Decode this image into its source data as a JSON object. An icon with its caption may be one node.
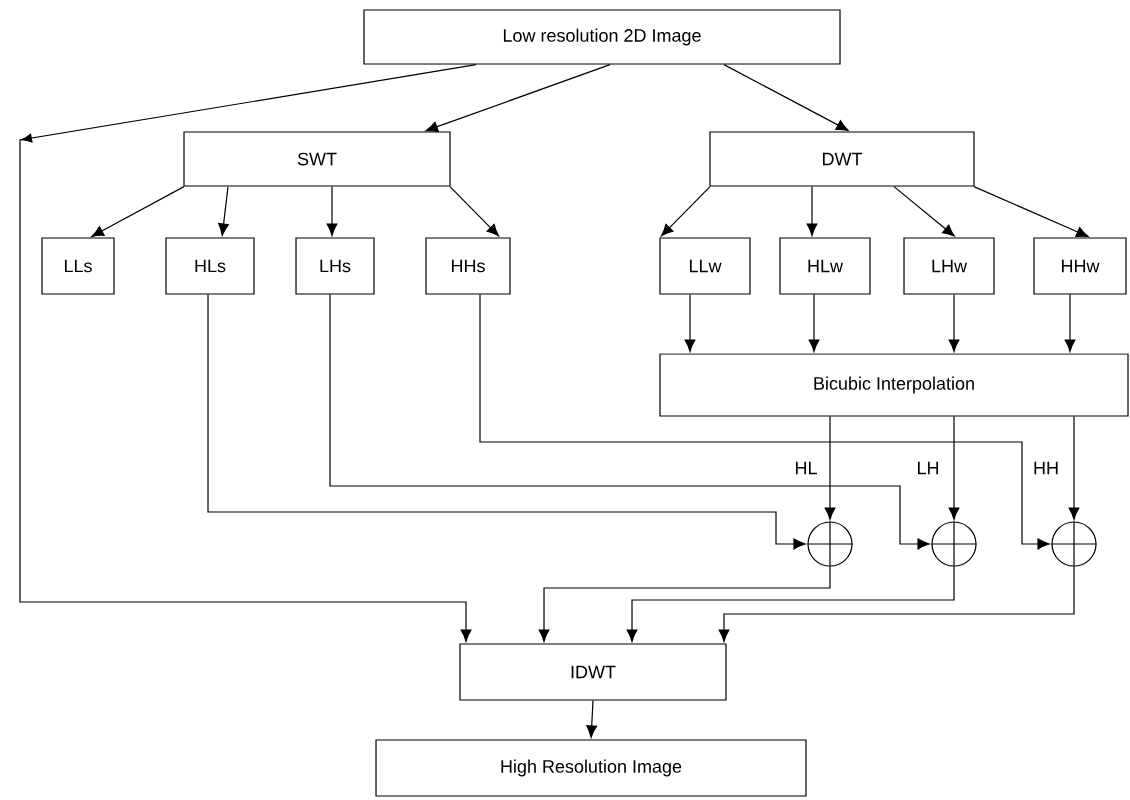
{
  "diagram": {
    "nodes": [
      {
        "text": [
          "Low resolution 2D Image"
        ]
      },
      {
        "text": [
          "SWT"
        ]
      },
      {
        "text": [
          "DWT"
        ]
      },
      {
        "text": [
          "LLs"
        ]
      },
      {
        "text": [
          "HLs"
        ]
      },
      {
        "text": [
          "LHs"
        ]
      },
      {
        "text": [
          "HHs"
        ]
      },
      {
        "text": [
          "LLw"
        ]
      },
      {
        "text": [
          "HLw"
        ]
      },
      {
        "text": [
          "LHw"
        ]
      },
      {
        "text": [
          "HHw"
        ]
      },
      {
        "text": [
          "Bicubic Interpolation"
        ]
      },
      {
        "text": [],
        "shape": "circle"
      },
      {
        "text": [],
        "shape": "circle"
      },
      {
        "text": [],
        "shape": "circle"
      },
      {
        "text": [
          "IDWT"
        ]
      },
      {
        "text": [
          "High Resolution Image"
        ]
      }
    ],
    "edges": [
      {
        "from": 0,
        "to": 15,
        "arrow": "to"
      },
      {
        "from": 0,
        "to": 1,
        "arrow": "to"
      },
      {
        "from": 0,
        "to": 2,
        "arrow": "to"
      },
      {
        "from": 1,
        "to": 3,
        "arrow": "to"
      },
      {
        "from": 1,
        "to": 4,
        "arrow": "to"
      },
      {
        "from": 1,
        "to": 5,
        "arrow": "to"
      },
      {
        "from": 1,
        "to": 6,
        "arrow": "to"
      },
      {
        "from": 2,
        "to": 7,
        "arrow": "to"
      },
      {
        "from": 2,
        "to": 8,
        "arrow": "to"
      },
      {
        "from": 2,
        "to": 9,
        "arrow": "to"
      },
      {
        "from": 2,
        "to": 10,
        "arrow": "to"
      },
      {
        "from": 7,
        "to": 11,
        "arrow": "to"
      },
      {
        "from": 8,
        "to": 11,
        "arrow": "to"
      },
      {
        "from": 9,
        "to": 11,
        "arrow": "to"
      },
      {
        "from": 10,
        "to": 11,
        "arrow": "to"
      },
      {
        "from": 11,
        "to": 12,
        "arrow": "to",
        "label": "HL"
      },
      {
        "from": 11,
        "to": 13,
        "arrow": "to",
        "label": "LH"
      },
      {
        "from": 11,
        "to": 14,
        "arrow": "to",
        "label": "HH"
      },
      {
        "from": 4,
        "to": 12,
        "arrow": "to"
      },
      {
        "from": 5,
        "to": 13,
        "arrow": "to"
      },
      {
        "from": 6,
        "to": 14,
        "arrow": "to"
      },
      {
        "from": 12,
        "to": 15,
        "arrow": "to"
      },
      {
        "from": 13,
        "to": 15,
        "arrow": "to"
      },
      {
        "from": 14,
        "to": 15,
        "arrow": "to"
      },
      {
        "from": 15,
        "to": 16,
        "arrow": "to"
      }
    ]
  }
}
